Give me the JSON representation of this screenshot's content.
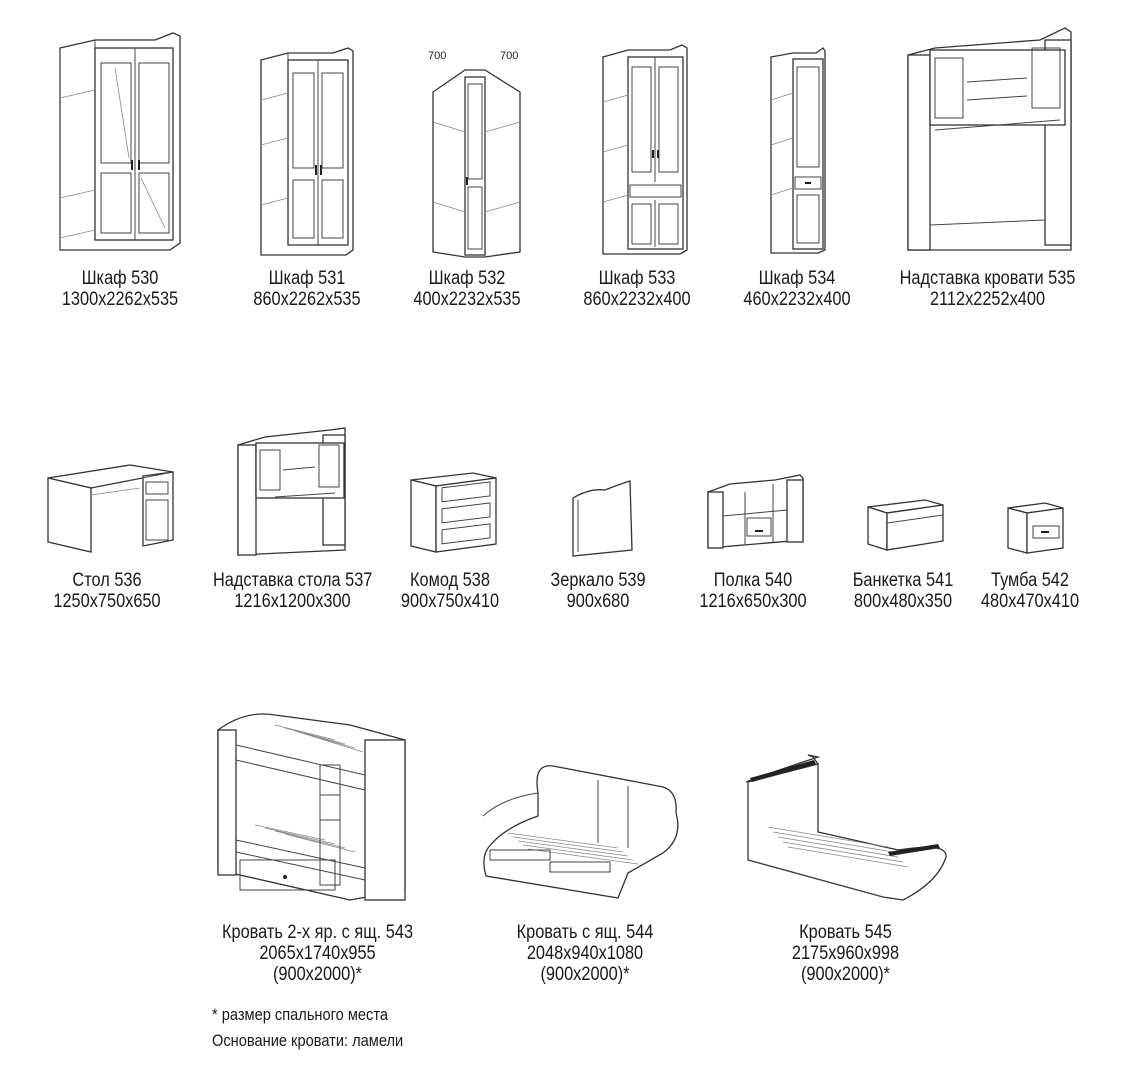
{
  "items": [
    {
      "id": "530",
      "name": "Шкаф 530",
      "dims": "1300x2262x535"
    },
    {
      "id": "531",
      "name": "Шкаф 531",
      "dims": "860x2262x535"
    },
    {
      "id": "532",
      "name": "Шкаф 532",
      "dims": "400x2232x535",
      "corner_labels": [
        "700",
        "700"
      ]
    },
    {
      "id": "533",
      "name": "Шкаф 533",
      "dims": "860x2232x400"
    },
    {
      "id": "534",
      "name": "Шкаф 534",
      "dims": "460x2232x400"
    },
    {
      "id": "535",
      "name": "Надставка кровати 535",
      "dims": "2112x2252x400"
    },
    {
      "id": "536",
      "name": "Стол 536",
      "dims": "1250x750x650"
    },
    {
      "id": "537",
      "name": "Надставка стола 537",
      "dims": "1216x1200x300"
    },
    {
      "id": "538",
      "name": "Комод 538",
      "dims": "900x750x410"
    },
    {
      "id": "539",
      "name": "Зеркало 539",
      "dims": "900x680"
    },
    {
      "id": "540",
      "name": "Полка 540",
      "dims": "1216x650x300"
    },
    {
      "id": "541",
      "name": "Банкетка 541",
      "dims": "800x480x350"
    },
    {
      "id": "542",
      "name": "Тумба 542",
      "dims": "480x470x410"
    },
    {
      "id": "543",
      "name": "Кровать 2-х яр. с ящ. 543",
      "dims": "2065x1740x955",
      "sleep": "(900x2000)*"
    },
    {
      "id": "544",
      "name": "Кровать с ящ. 544",
      "dims": "2048x940x1080",
      "sleep": "(900x2000)*"
    },
    {
      "id": "545",
      "name": "Кровать 545",
      "dims": "2175x960x998",
      "sleep": "(900x2000)*"
    }
  ],
  "notes": {
    "footnote": "*   размер спального места",
    "base": "Основание кровати: ламели"
  }
}
